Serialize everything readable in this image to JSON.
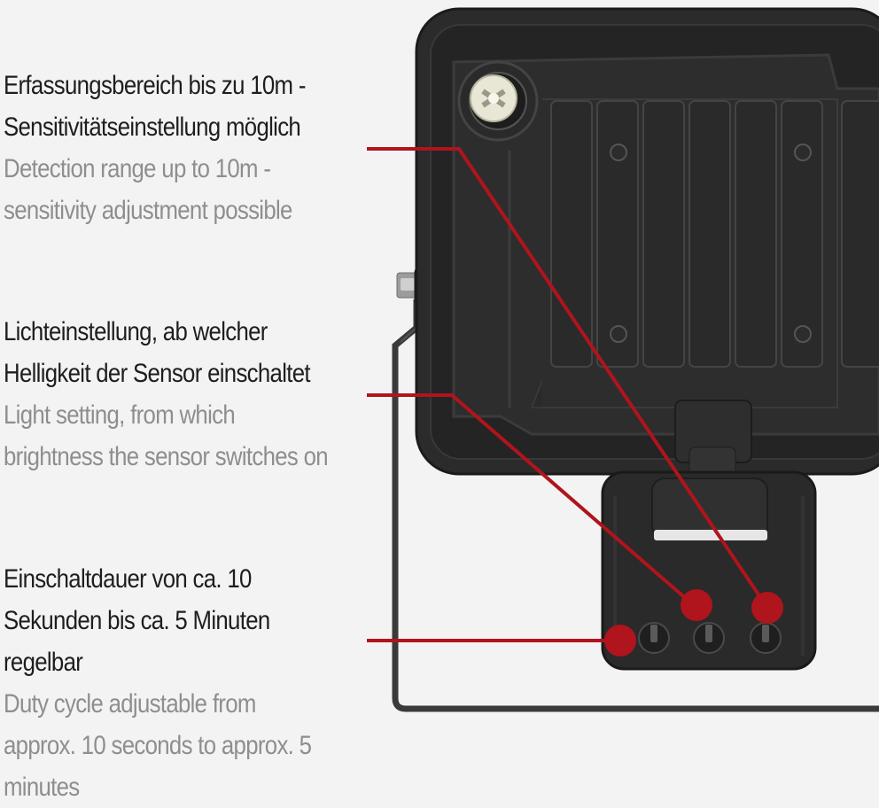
{
  "annotations": [
    {
      "german": [
        "Erfassungsbereich bis zu 10m -",
        "Sensitivitätseinstellung möglich"
      ],
      "english": [
        "Detection range up to 10m -",
        "sensitivity adjustment possible"
      ]
    },
    {
      "german": [
        "Lichteinstellung, ab welcher",
        "Helligkeit der Sensor einschaltet"
      ],
      "english": [
        "Light setting, from which",
        "brightness the sensor switches on"
      ]
    },
    {
      "german": [
        "Einschaltdauer von ca. 10",
        "Sekunden bis ca. 5 Minuten",
        "regelbar"
      ],
      "english": [
        "Duty cycle adjustable from",
        "approx. 10 seconds to approx. 5",
        "minutes"
      ]
    }
  ],
  "colors": {
    "background": "#f3f3f3",
    "device": "#2a2a2a",
    "callout": "#b0141c",
    "german_text": "#1e1e1e",
    "english_text": "#8e8e8e"
  }
}
